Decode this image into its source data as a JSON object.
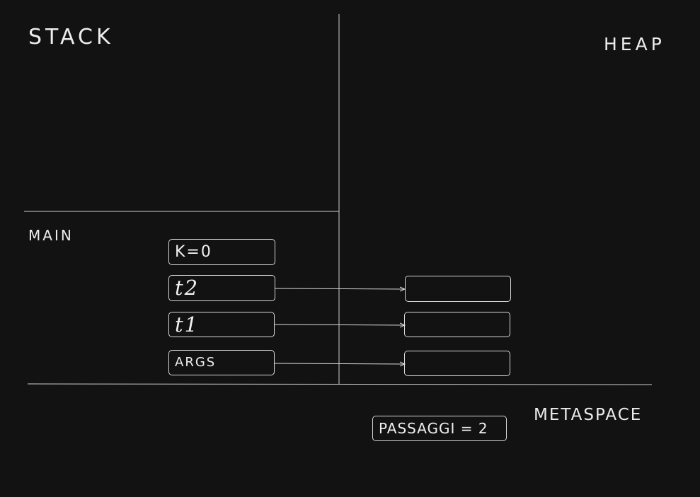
{
  "regions": {
    "stack": "STACK",
    "heap": "HEAP",
    "metaspace": "METASPACE"
  },
  "frames": {
    "main": "MAIN"
  },
  "stack_vars": [
    {
      "label": "K=0"
    },
    {
      "label": "t2"
    },
    {
      "label": "t1"
    },
    {
      "label": "ARGS"
    }
  ],
  "heap_objects": [
    {
      "label": ""
    },
    {
      "label": ""
    },
    {
      "label": ""
    }
  ],
  "metaspace_vars": [
    {
      "label": "PASSAGGI = 2"
    }
  ],
  "colors": {
    "background": "#121212",
    "ink": "#e0e0e0"
  }
}
